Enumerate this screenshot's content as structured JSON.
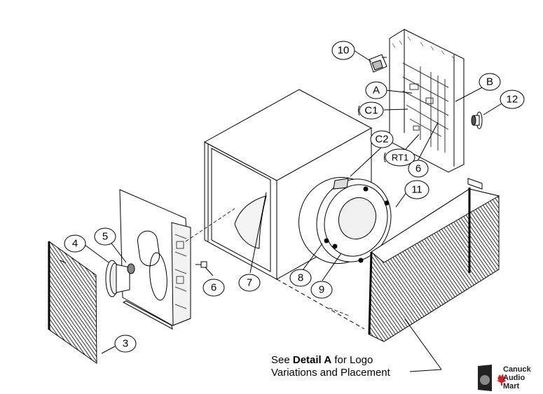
{
  "callouts": [
    {
      "id": "c10",
      "label": "10"
    },
    {
      "id": "cA",
      "label": "A"
    },
    {
      "id": "cB",
      "label": "B"
    },
    {
      "id": "c12",
      "label": "12"
    },
    {
      "id": "cC1",
      "label": "C1"
    },
    {
      "id": "cC2",
      "label": "C2"
    },
    {
      "id": "cRT1",
      "label": "RT1"
    },
    {
      "id": "c6a",
      "label": "6"
    },
    {
      "id": "c11",
      "label": "11"
    },
    {
      "id": "c4",
      "label": "4"
    },
    {
      "id": "c5",
      "label": "5"
    },
    {
      "id": "c6b",
      "label": "6"
    },
    {
      "id": "c7",
      "label": "7"
    },
    {
      "id": "c8",
      "label": "8"
    },
    {
      "id": "c9",
      "label": "9"
    },
    {
      "id": "c3",
      "label": "3"
    }
  ],
  "note": {
    "prefix": "See ",
    "bold": "Detail A",
    "suffix": " for Logo",
    "line2": "Variations and Placement"
  },
  "watermark": {
    "line1": "Canuck",
    "line2": "Audio",
    "line3": "Mart",
    "accent": "#d0202a"
  }
}
